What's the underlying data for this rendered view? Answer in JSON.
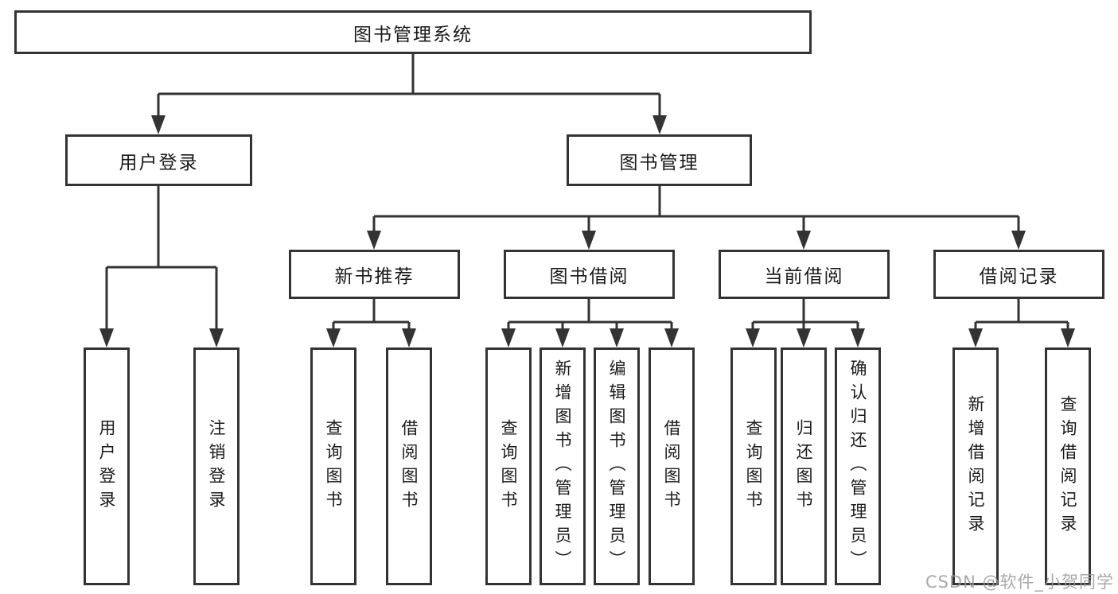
{
  "tree": {
    "root": {
      "label": "图书管理系统",
      "children": [
        {
          "label": "用户登录",
          "children": [
            {
              "label": "用户登录"
            },
            {
              "label": "注销登录"
            }
          ]
        },
        {
          "label": "图书管理",
          "children": [
            {
              "label": "新书推荐",
              "children": [
                {
                  "label": "查询图书"
                },
                {
                  "label": "借阅图书"
                }
              ]
            },
            {
              "label": "图书借阅",
              "children": [
                {
                  "label": "查询图书"
                },
                {
                  "label": "新增图书（管理员）"
                },
                {
                  "label": "编辑图书（管理员）"
                },
                {
                  "label": "借阅图书"
                }
              ]
            },
            {
              "label": "当前借阅",
              "children": [
                {
                  "label": "查询图书"
                },
                {
                  "label": "归还图书"
                },
                {
                  "label": "确认归还（管理员）"
                }
              ]
            },
            {
              "label": "借阅记录",
              "children": [
                {
                  "label": "新增借阅记录"
                },
                {
                  "label": "查询借阅记录"
                }
              ]
            }
          ]
        }
      ]
    }
  },
  "watermark": {
    "text": "CSDN @软件_小贺同学"
  },
  "colors": {
    "line": "#333333",
    "text": "#1a1a1a",
    "watermark": "#9b9b9b",
    "background": "#ffffff"
  }
}
